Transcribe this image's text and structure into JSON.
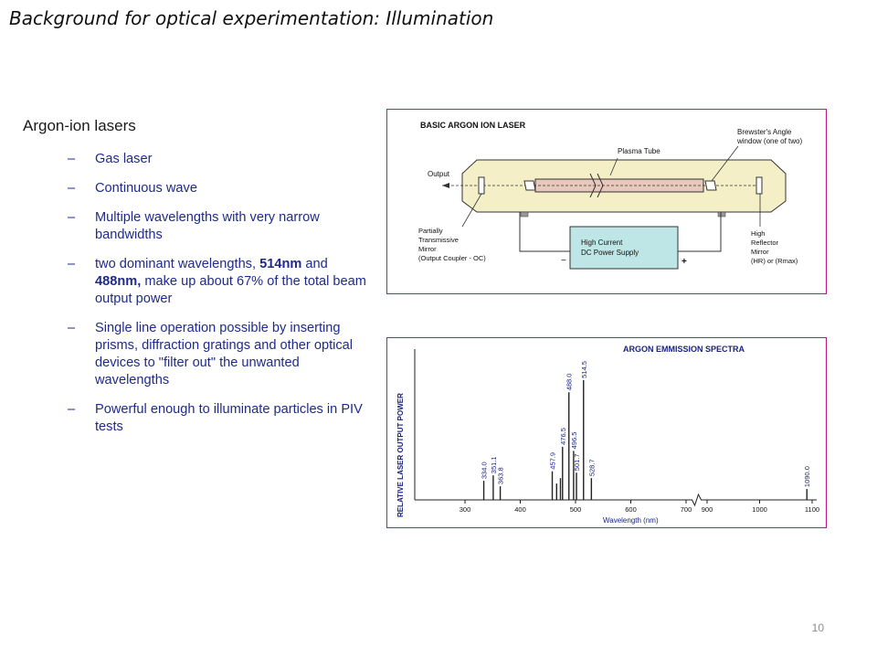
{
  "slide": {
    "title": "Background for optical experimentation: Illumination",
    "heading": "Argon-ion lasers",
    "bullets": [
      {
        "dash": "–",
        "parts": [
          "Gas laser"
        ]
      },
      {
        "dash": "–",
        "parts": [
          "Continuous wave"
        ]
      },
      {
        "dash": "–",
        "parts": [
          "Multiple wavelengths with very narrow bandwidths"
        ]
      },
      {
        "dash": "–",
        "parts": [
          "two dominant wavelengths, ",
          "514nm",
          " and ",
          "488nm,",
          " make up about 67% of the total beam output power"
        ]
      },
      {
        "dash": "–",
        "parts": [
          "Single line operation possible by inserting prisms, diffraction gratings and other optical devices to \"filter out\" the unwanted wavelengths"
        ]
      },
      {
        "dash": "–",
        "parts": [
          "Powerful enough to illuminate particles in PIV tests"
        ]
      }
    ],
    "page_number": "10"
  },
  "laser_diagram": {
    "title": "BASIC ARGON ION LASER",
    "labels": {
      "plasma_tube": "Plasma Tube",
      "brewster_1": "Brewster's Angle",
      "brewster_2": "window (one of two)",
      "output": "Output",
      "pt_1": "Partially",
      "pt_2": "Transmissive",
      "pt_3": "Mirror",
      "pt_4": "(Output Coupler - OC)",
      "ps_1": "High Current",
      "ps_2": "DC Power Supply",
      "hr_1": "High",
      "hr_2": "Reflector",
      "hr_3": "Mirror",
      "hr_4": "(HR) or (Rmax)",
      "minus": "−",
      "plus": "+"
    },
    "colors": {
      "panel_border": "#c2177a",
      "housing": "#f5efc8",
      "tube": "#e8c8bb",
      "power_supply": "#bfe6e6"
    }
  },
  "chart_data": {
    "type": "bar",
    "title": "ARGON EMMISSION SPECTRA",
    "xlabel": "Wavelength (nm)",
    "ylabel": "RELATIVE LASER OUTPUT POWER",
    "x_ticks": [
      "300",
      "400",
      "500",
      "600",
      "700",
      "900",
      "1000",
      "1100"
    ],
    "axis_break": "between 700 and 900",
    "lines": [
      {
        "wavelength": 334.0,
        "label": "334.0",
        "height": 0.14
      },
      {
        "wavelength": 351.1,
        "label": "351.1",
        "height": 0.18
      },
      {
        "wavelength": 363.8,
        "label": "363.8",
        "height": 0.1
      },
      {
        "wavelength": 457.9,
        "label": "457.9",
        "height": 0.21
      },
      {
        "wavelength": 465.8,
        "label": "",
        "height": 0.12
      },
      {
        "wavelength": 472.7,
        "label": "",
        "height": 0.16
      },
      {
        "wavelength": 476.5,
        "label": "476.5",
        "height": 0.39
      },
      {
        "wavelength": 488.0,
        "label": "488.0",
        "height": 0.79
      },
      {
        "wavelength": 496.5,
        "label": "496.5",
        "height": 0.36
      },
      {
        "wavelength": 501.7,
        "label": "501.7",
        "height": 0.2
      },
      {
        "wavelength": 514.5,
        "label": "514.5",
        "height": 0.88
      },
      {
        "wavelength": 528.7,
        "label": "528.7",
        "height": 0.16
      },
      {
        "wavelength": 1090.0,
        "label": "1090.0",
        "height": 0.08
      }
    ],
    "colors": {
      "panel_border": "#c2177a",
      "axis": "#222222",
      "title": "#1a237e",
      "ylabel": "#1a237e",
      "labels": "#1a237e"
    }
  }
}
